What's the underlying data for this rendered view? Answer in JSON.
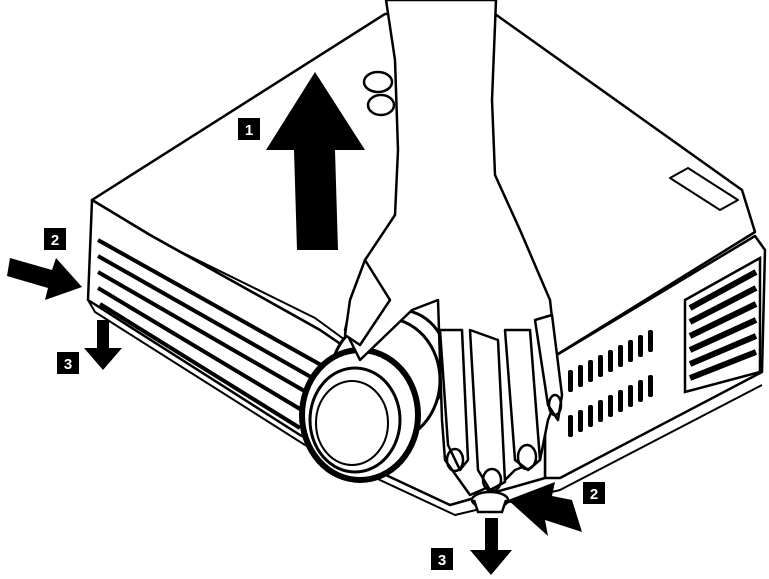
{
  "steps": [
    {
      "number": "1",
      "direction": "up"
    },
    {
      "number": "2",
      "direction": "press-inward"
    },
    {
      "number": "3",
      "direction": "down"
    },
    {
      "number": "2",
      "direction": "press-inward"
    },
    {
      "number": "3",
      "direction": "down"
    }
  ],
  "colors": {
    "ink": "#000000",
    "paper": "#ffffff",
    "arrow": "#000000"
  }
}
